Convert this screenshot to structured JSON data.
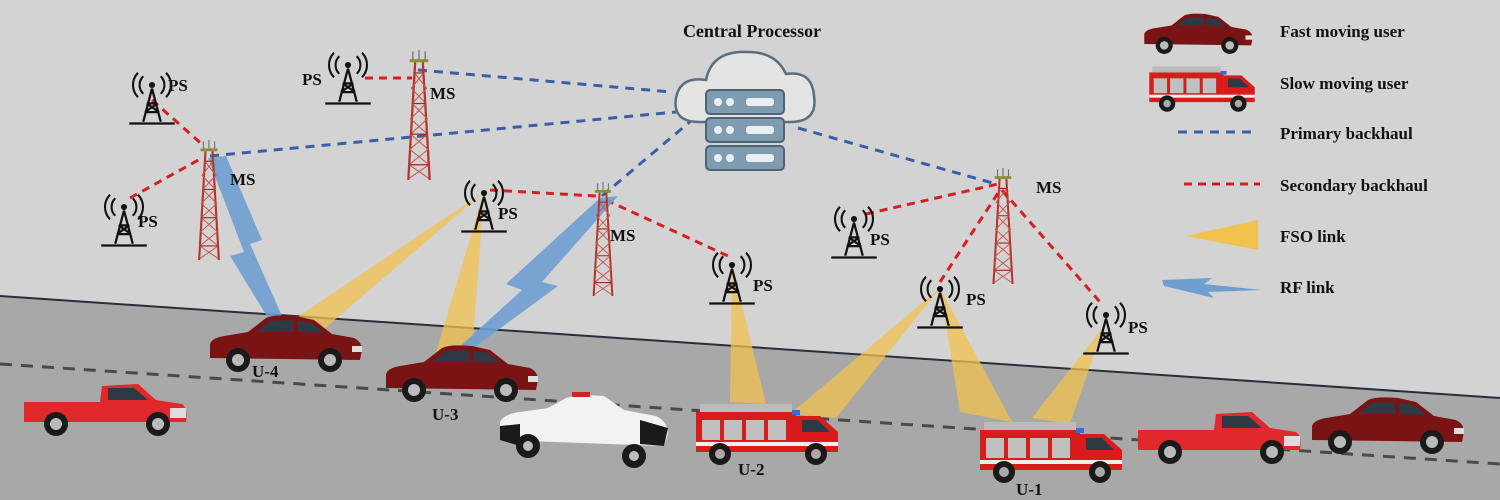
{
  "title": "Central Processor",
  "labels": {
    "ps": "PS",
    "ms": "MS"
  },
  "users": {
    "u1": "U-1",
    "u2": "U-2",
    "u3": "U-3",
    "u4": "U-4"
  },
  "legend": {
    "fast": "Fast moving user",
    "slow": "Slow moving user",
    "primary": "Primary backhaul",
    "secondary": "Secondary backhaul",
    "fso": "FSO link",
    "rf": "RF link"
  },
  "colors": {
    "background": "#d3d3d3",
    "road": "#a8a8a8",
    "primary": "#3a5fa8",
    "secondary": "#d42020",
    "fso": "#f2c24f",
    "rf": "#6f9fd0",
    "tower": "#b5352c",
    "fast_car": "#7a1414",
    "fire_truck": "#d81c1c",
    "pickup": "#e0282d"
  },
  "icons": [
    "cloud-server-icon",
    "antenna-tower-icon",
    "lattice-tower-icon",
    "car-icon",
    "fire-truck-icon",
    "pickup-truck-icon",
    "police-car-icon"
  ]
}
